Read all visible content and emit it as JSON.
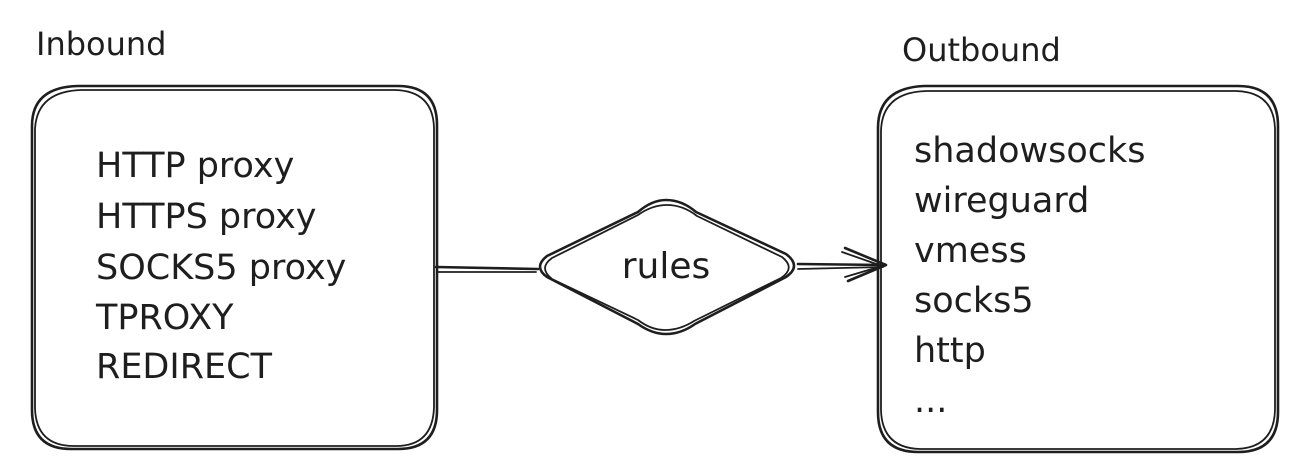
{
  "inbound": {
    "title": "Inbound",
    "items": [
      "HTTP proxy",
      "HTTPS proxy",
      "SOCKS5 proxy",
      "TPROXY",
      "REDIRECT"
    ]
  },
  "rules": {
    "label": "rules"
  },
  "outbound": {
    "title": "Outbound",
    "items": [
      "shadowsocks",
      "wireguard",
      "vmess",
      "socks5",
      "http",
      "..."
    ]
  },
  "colors": {
    "stroke": "#1e1e1e",
    "background": "#ffffff"
  }
}
